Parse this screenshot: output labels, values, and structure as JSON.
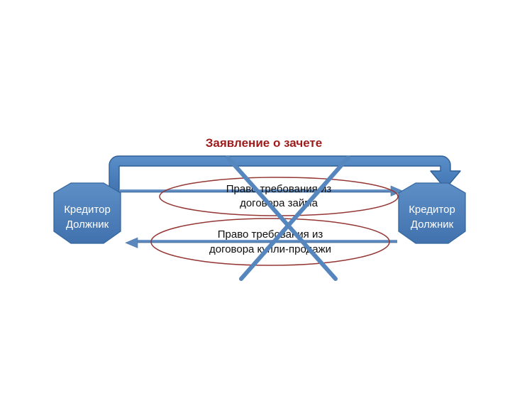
{
  "diagram": {
    "title": "Заявление о зачете",
    "title_color": "#9e1b1b",
    "background_color": "#ffffff",
    "nodes": [
      {
        "id": "left-party",
        "shape": "octagon",
        "fill_color": "#4a7ebb",
        "stroke_color": "#35679f",
        "label_line1": "Кредитор",
        "label_line2": "Должник"
      },
      {
        "id": "right-party",
        "shape": "octagon",
        "fill_color": "#4a7ebb",
        "stroke_color": "#35679f",
        "label_line1": "Кредитор",
        "label_line2": "Должник"
      }
    ],
    "claims": [
      {
        "id": "loan-claim",
        "shape": "ellipse",
        "stroke_color": "#943634",
        "fill_color": "none",
        "label_line1": "Право требования из",
        "label_line2": "договора займа",
        "direction": "left-to-right"
      },
      {
        "id": "sale-claim",
        "shape": "ellipse",
        "stroke_color": "#943634",
        "fill_color": "none",
        "label_line1": "Право требования из",
        "label_line2": "договора купли-продажи",
        "direction": "right-to-left"
      }
    ],
    "connectors": {
      "line_color": "#5a87bd",
      "bracket_color": "#4a7ebb",
      "bracket_stroke": "#2e5f96"
    },
    "cancel_mark": {
      "id": "cancellation-cross",
      "symbol": "X",
      "color": "#5586bd"
    }
  }
}
